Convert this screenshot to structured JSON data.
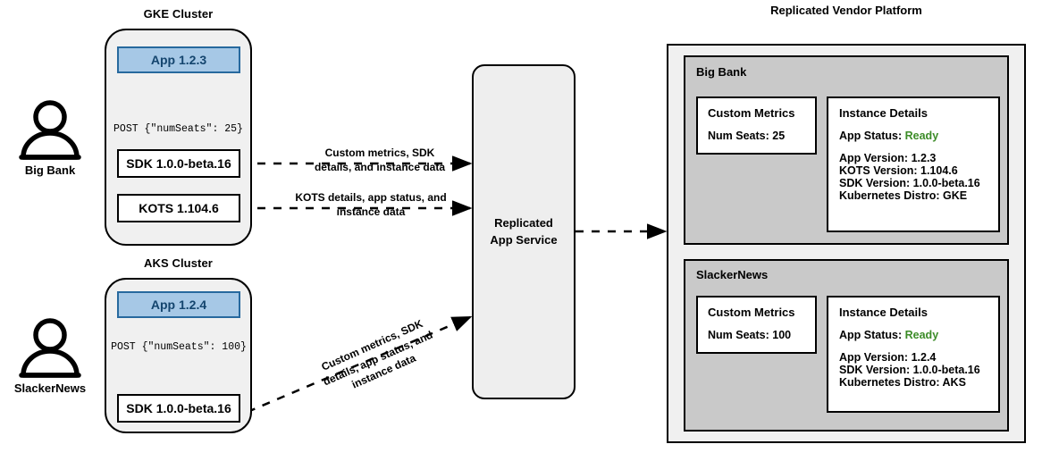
{
  "diagram": {
    "title_right": "Replicated Vendor Platform"
  },
  "colors": {
    "app_fill": "#a6c8e6",
    "app_border": "#27699e",
    "app_text": "#14456e",
    "cluster_fill": "#f0f0f0",
    "tenant_fill": "#c9c9c9",
    "service_fill": "#eeeeee",
    "status_ready": "#3c8c28",
    "stroke": "#000000"
  },
  "personas": [
    {
      "name": "Big Bank",
      "icon": "user-icon"
    },
    {
      "name": "SlackerNews",
      "icon": "user-icon"
    }
  ],
  "clusters": [
    {
      "id": "gke",
      "title": "GKE Cluster",
      "app": "App 1.2.3",
      "post": "POST {\"numSeats\": 25}",
      "components": [
        "SDK 1.0.0-beta.16",
        "KOTS 1.104.6"
      ]
    },
    {
      "id": "aks",
      "title": "AKS Cluster",
      "app": "App 1.2.4",
      "post": "POST {\"numSeats\": 100}",
      "components": [
        "SDK 1.0.0-beta.16"
      ]
    }
  ],
  "edge_labels": {
    "sdk_to_service": "Custom metrics, SDK\ndetails, and instance data",
    "sdk_to_service_l1": "Custom metrics, SDK",
    "sdk_to_service_l2": "details, and instance data",
    "kots_to_service_l1": "KOTS details, app status, and",
    "kots_to_service_l2": "instance data",
    "aks_to_service_l1": "Custom metrics, SDK",
    "aks_to_service_l2": "details, app status, and",
    "aks_to_service_l3": "instance data"
  },
  "service": {
    "line1": "Replicated",
    "line2": "App Service"
  },
  "platform": {
    "tenants": [
      {
        "name": "Big Bank",
        "metrics_card": {
          "heading": "Custom Metrics",
          "lines": [
            "Num Seats: 25"
          ]
        },
        "instance_card": {
          "heading": "Instance Details",
          "status_label": "App Status:",
          "status_value": "Ready",
          "lines": [
            "App Version: 1.2.3",
            "KOTS Version: 1.104.6",
            "SDK Version: 1.0.0-beta.16",
            "Kubernetes Distro: GKE"
          ]
        }
      },
      {
        "name": "SlackerNews",
        "metrics_card": {
          "heading": "Custom Metrics",
          "lines": [
            "Num Seats: 100"
          ]
        },
        "instance_card": {
          "heading": "Instance Details",
          "status_label": "App Status:",
          "status_value": "Ready",
          "lines": [
            "App Version: 1.2.4",
            "SDK Version: 1.0.0-beta.16",
            "Kubernetes Distro: AKS"
          ]
        }
      }
    ]
  }
}
